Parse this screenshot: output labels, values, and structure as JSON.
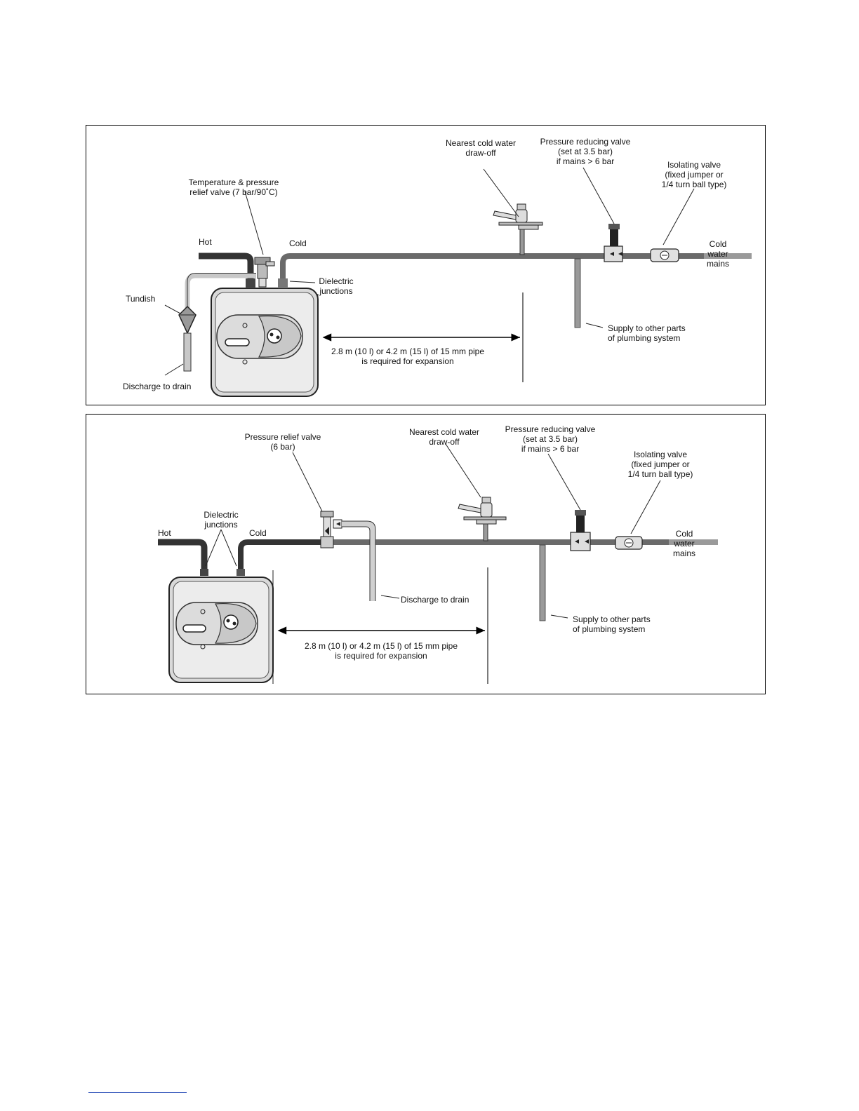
{
  "diagram_top": {
    "labels": {
      "temp_relief": [
        "Temperature & pressure",
        "relief valve (7 bar/90˚C)"
      ],
      "hot": "Hot",
      "cold": "Cold",
      "dielectric": [
        "Dielectric",
        "junctions"
      ],
      "tundish": "Tundish",
      "discharge": "Discharge to drain",
      "nearest_draw_off": [
        "Nearest cold water",
        "draw-off"
      ],
      "pressure_reducing": [
        "Pressure reducing valve",
        "(set at 3.5 bar)",
        "if mains > 6 bar"
      ],
      "isolating": [
        "Isolating valve",
        "(fixed jumper or",
        "1/4 turn ball type)"
      ],
      "cold_mains": [
        "Cold",
        "water",
        "mains"
      ],
      "supply_other": [
        "Supply to other parts",
        "of plumbing system"
      ],
      "expansion": [
        "2.8 m (10 l) or 4.2 m (15 l) of 15 mm pipe",
        "is required for expansion"
      ]
    }
  },
  "diagram_bottom": {
    "labels": {
      "pressure_relief": [
        "Pressure relief valve",
        "(6 bar)"
      ],
      "dielectric": [
        "Dielectric",
        "junctions"
      ],
      "hot": "Hot",
      "cold": "Cold",
      "nearest_draw_off": [
        "Nearest cold water",
        "draw-off"
      ],
      "pressure_reducing": [
        "Pressure reducing valve",
        "(set at 3.5 bar)",
        "if mains > 6 bar"
      ],
      "isolating": [
        "Isolating valve",
        "(fixed jumper or",
        "1/4 turn ball type)"
      ],
      "cold_mains": [
        "Cold",
        "water",
        "mains"
      ],
      "discharge": "Discharge to drain",
      "supply_other": [
        "Supply to other parts",
        "of plumbing system"
      ],
      "expansion": [
        "2.8 m (10 l) or 4.2 m (15 l) of 15 mm pipe",
        "is required for expansion"
      ]
    }
  },
  "colors": {
    "pipe_dark": "#333333",
    "pipe_cold": "#6a6a6a",
    "pipe_light": "#c8c8c8",
    "heater_body": "#e6e6e6"
  }
}
